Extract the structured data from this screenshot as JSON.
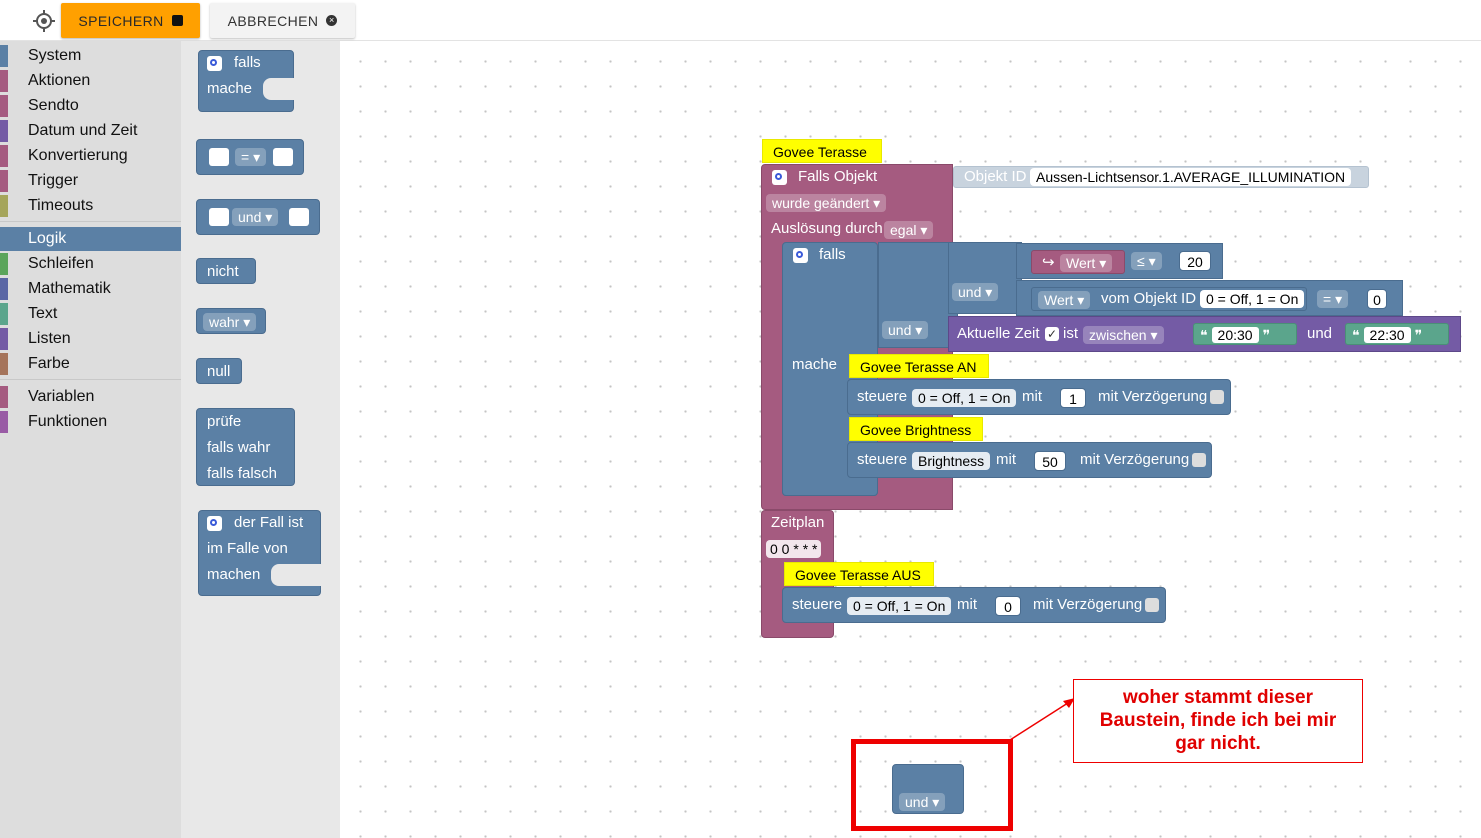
{
  "toolbar": {
    "save_label": "SPEICHERN",
    "cancel_label": "ABBRECHEN"
  },
  "categories": [
    {
      "label": "System",
      "color": "#5b80a5"
    },
    {
      "label": "Aktionen",
      "color": "#a55b80"
    },
    {
      "label": "Sendto",
      "color": "#a55b80"
    },
    {
      "label": "Datum und Zeit",
      "color": "#745ba5"
    },
    {
      "label": "Konvertierung",
      "color": "#a55b80"
    },
    {
      "label": "Trigger",
      "color": "#a55b80"
    },
    {
      "label": "Timeouts",
      "color": "#a5a55b"
    },
    {
      "label": "Logik",
      "color": "#5b80a5",
      "selected": true
    },
    {
      "label": "Schleifen",
      "color": "#5ba55b"
    },
    {
      "label": "Mathematik",
      "color": "#5b67a5"
    },
    {
      "label": "Text",
      "color": "#5ba58c"
    },
    {
      "label": "Listen",
      "color": "#745ba5"
    },
    {
      "label": "Farbe",
      "color": "#a5745b"
    },
    {
      "label": "Variablen",
      "color": "#a55b80"
    },
    {
      "label": "Funktionen",
      "color": "#995ba5"
    }
  ],
  "flyout": {
    "if_label": "falls",
    "do_label": "mache",
    "compare_op": "=",
    "and_op": "und",
    "not_label": "nicht",
    "bool_value": "wahr",
    "null_label": "null",
    "ternary_test": "prüfe",
    "ternary_true": "falls wahr",
    "ternary_false": "falls falsch",
    "switch_label": "der Fall ist",
    "case_label": "im Falle von",
    "case_do": "machen"
  },
  "trigger": {
    "comment": "Govee Terasse",
    "title": "Falls Objekt",
    "object_id_label": "Objekt ID",
    "object_id_value": "Aussen-Lichtsensor.1.AVERAGE_ILLUMINATION",
    "changed_option": "wurde geändert",
    "triggered_by_label": "Auslösung durch",
    "triggered_by_value": "egal",
    "if_label": "falls",
    "do_label": "mache",
    "and_outer": "und",
    "and_inner": "und",
    "cond1_value": "Wert",
    "cond1_op": "≤",
    "cond1_num": "20",
    "cond2_value": "Wert",
    "cond2_from": "vom Objekt ID",
    "cond2_obj": "0 = Off, 1 = On",
    "cond2_op": "=",
    "cond2_num": "0",
    "time_label": "Aktuelle Zeit",
    "time_is": "ist",
    "time_op": "zwischen",
    "time_from": "20:30",
    "time_and": "und",
    "time_to": "22:30",
    "action1_comment": "Govee Terasse AN",
    "action1_label": "steuere",
    "action1_obj": "0 = Off, 1 = On",
    "action1_with": "mit",
    "action1_value": "1",
    "action1_delay": "mit Verzögerung",
    "action2_comment": "Govee Brightness",
    "action2_label": "steuere",
    "action2_obj": "Brightness",
    "action2_with": "mit",
    "action2_value": "50",
    "action2_delay": "mit Verzögerung"
  },
  "schedule": {
    "label": "Zeitplan",
    "cron": "0 0 * * *",
    "comment": "Govee Terasse AUS",
    "action_label": "steuere",
    "action_obj": "0 = Off, 1 = On",
    "action_with": "mit",
    "action_value": "0",
    "action_delay": "mit Verzögerung"
  },
  "stray_block": {
    "op": "und"
  },
  "annotation": {
    "line1": "woher stammt dieser",
    "line2": "Baustein, finde ich bei mir",
    "line3": "gar nicht."
  },
  "colors": {
    "save": "#ffa000",
    "logic": "#5b80a5",
    "trigger": "#a55b80",
    "time": "#745ba5",
    "text": "#5ba58c",
    "comment": "#ffff00",
    "annotation": "#e00000"
  }
}
